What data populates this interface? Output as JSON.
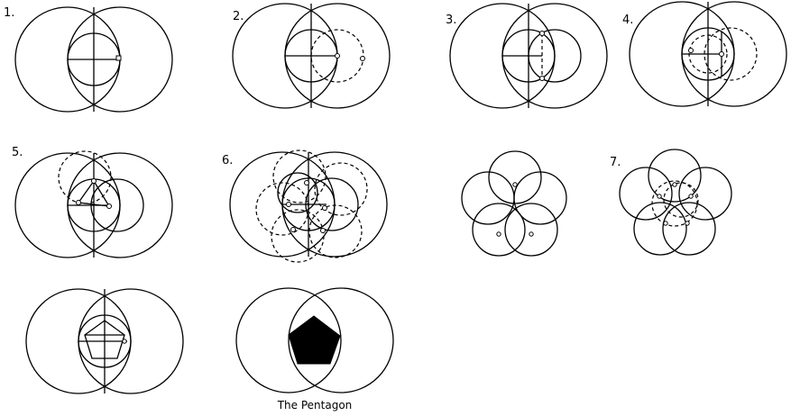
{
  "labels": {
    "step1": "1.",
    "step2": "2.",
    "step3": "3.",
    "step4": "4.",
    "step5": "5.",
    "step6": "6.",
    "step7": "7.",
    "caption": "The Pentagon"
  },
  "colors": {
    "stroke": "#000000",
    "fill": "#000000",
    "background": "#ffffff"
  }
}
